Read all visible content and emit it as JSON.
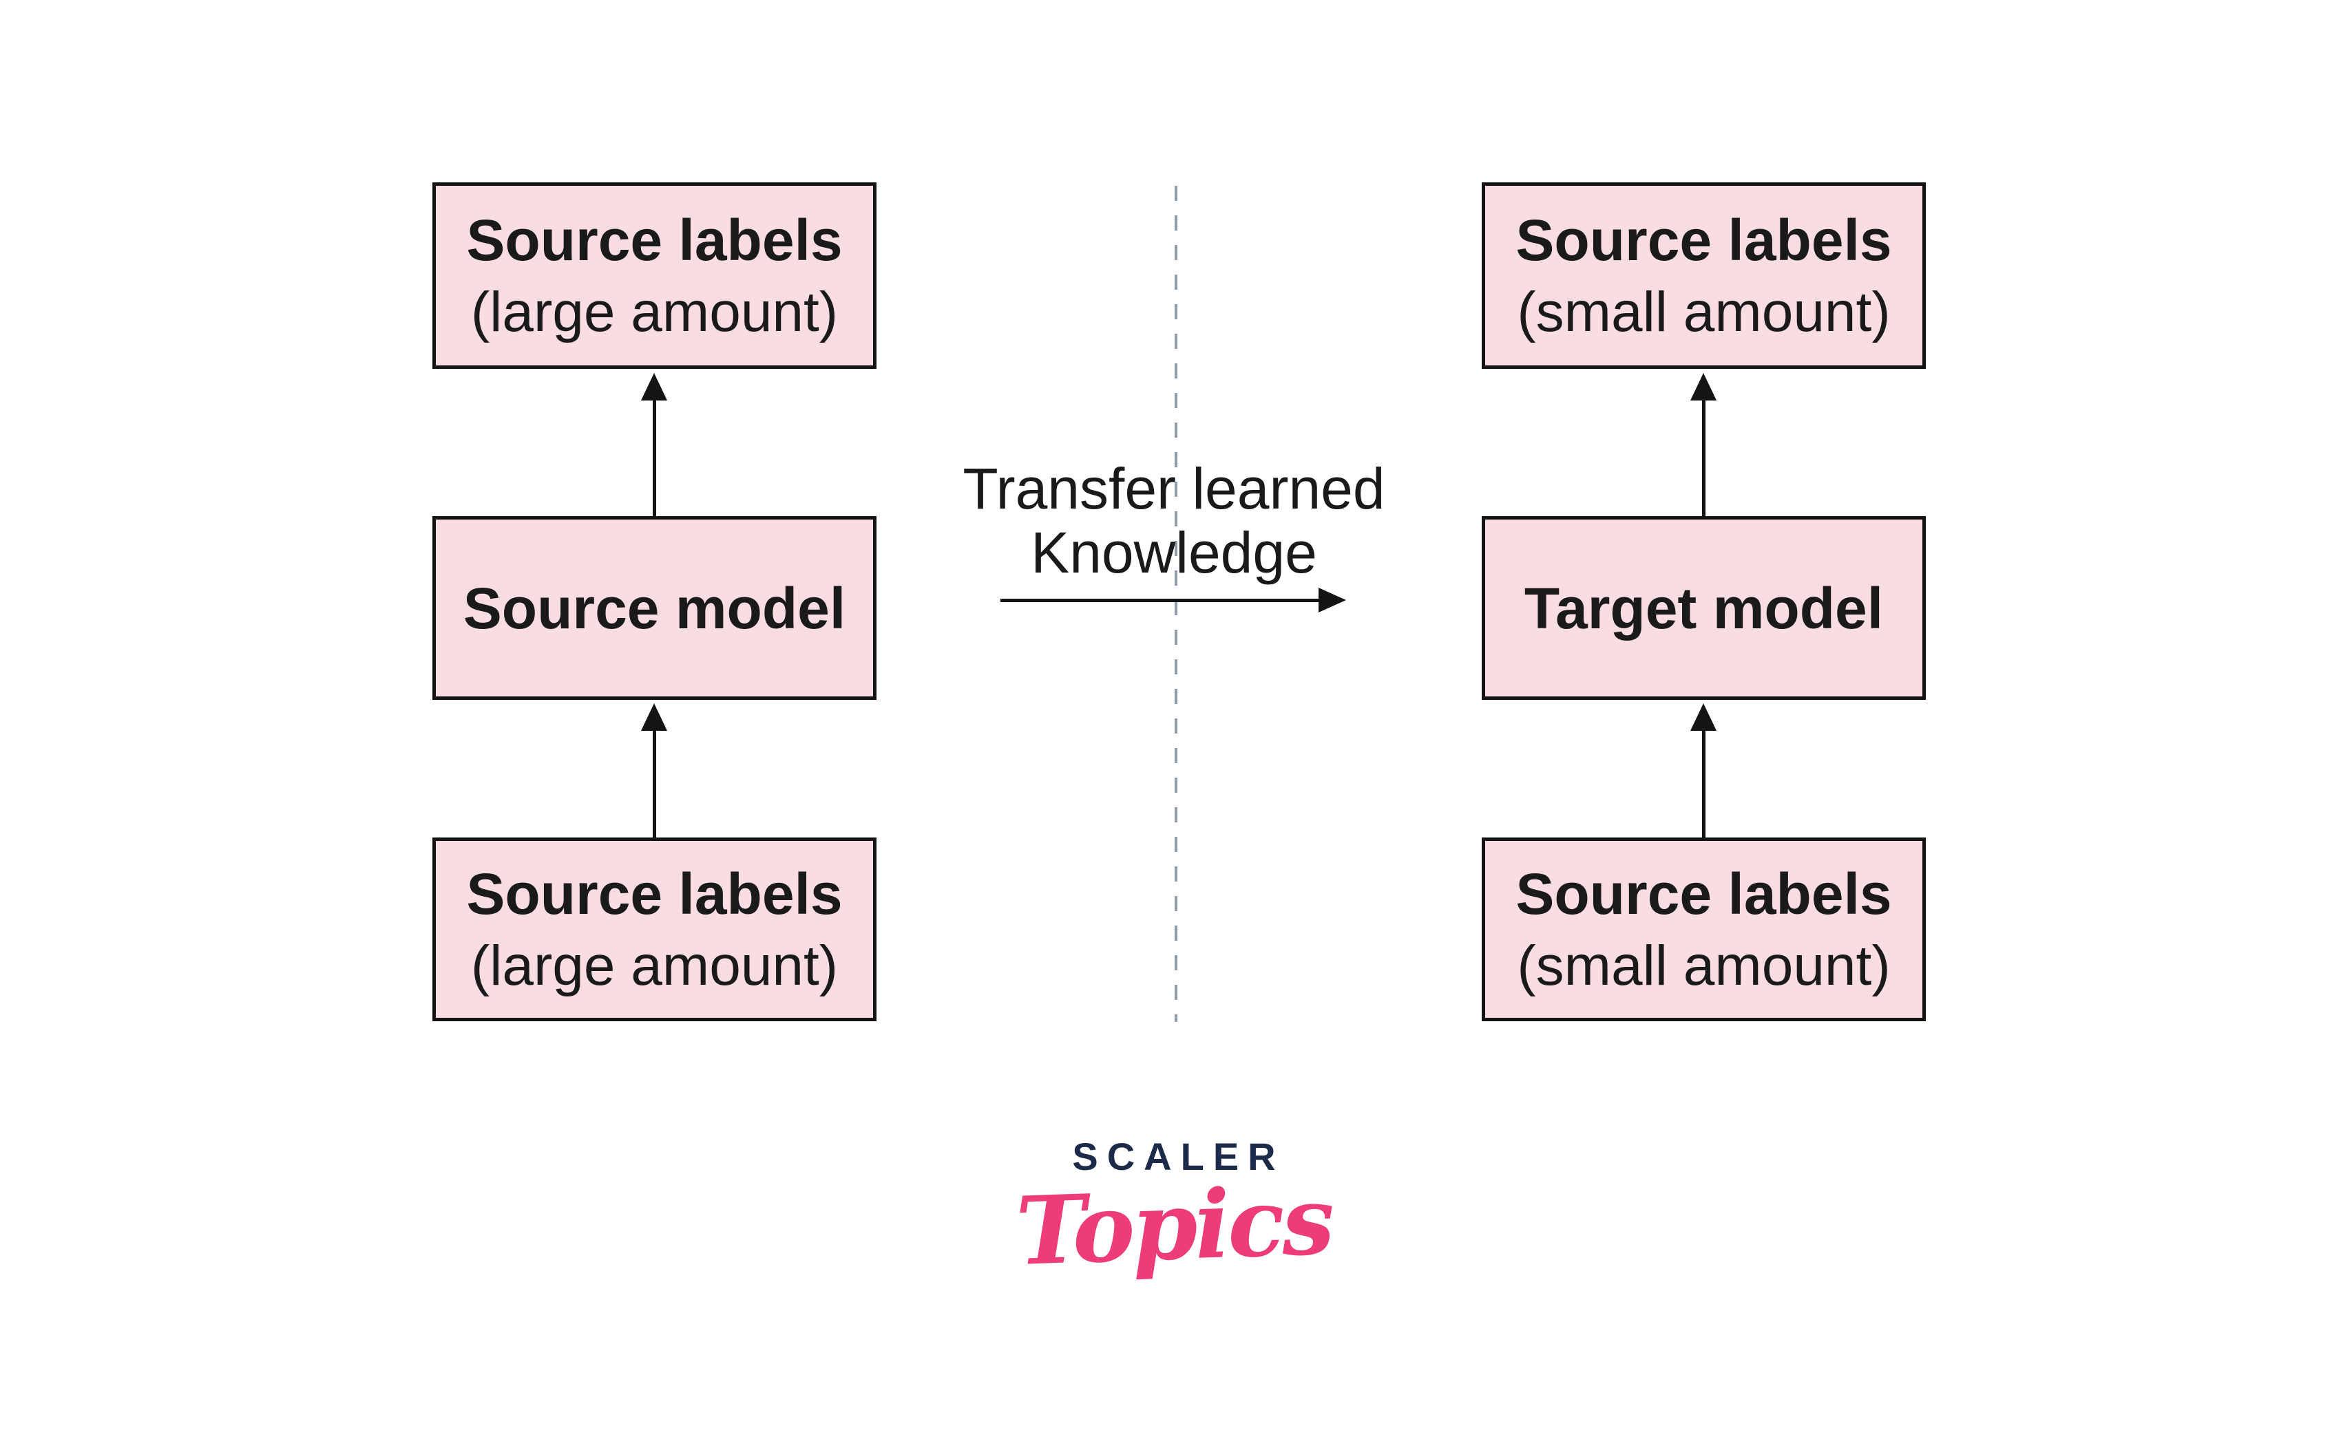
{
  "diagram": {
    "left_column": {
      "top_box": {
        "title": "Source labels",
        "subtitle": "(large amount)"
      },
      "middle_box": {
        "title": "Source model"
      },
      "bottom_box": {
        "title": "Source labels",
        "subtitle": "(large amount)"
      }
    },
    "right_column": {
      "top_box": {
        "title": "Source labels",
        "subtitle": "(small amount)"
      },
      "middle_box": {
        "title": "Target model"
      },
      "bottom_box": {
        "title": "Source labels",
        "subtitle": "(small amount)"
      }
    },
    "center": {
      "transfer_label_line1": "Transfer learned",
      "transfer_label_line2": "Knowledge"
    },
    "colors": {
      "box_fill": "#fadde3",
      "box_border": "#141414",
      "arrow": "#141414",
      "text": "#1a1a1a",
      "dashed_line": "#8d9dac",
      "logo_navy": "#1c2b4a",
      "logo_pink": "#ed3c78"
    }
  },
  "logo": {
    "brand": "SCALER",
    "product": "Topics"
  }
}
